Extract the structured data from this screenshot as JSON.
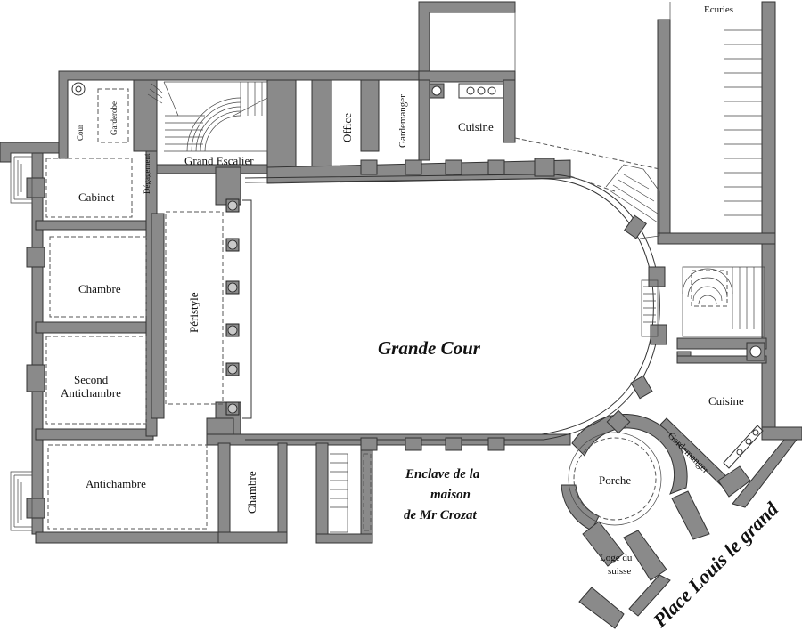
{
  "plan": {
    "labels": {
      "ecuries": "Ecuries",
      "cour": "Cour",
      "garderobe": "Garderobe",
      "grand_escalier": "Grand Escalier",
      "office": "Office",
      "gardemanger_north": "Gardemanger",
      "cuisine_north": "Cuisine",
      "degagement": "Dégagement",
      "cabinet": "Cabinet",
      "chambre_west": "Chambre",
      "peristyle": "Péristyle",
      "second_antichambre_1": "Second",
      "second_antichambre_2": "Antichambre",
      "antichambre": "Antichambre",
      "chambre_south": "Chambre",
      "grande_cour": "Grande Cour",
      "enclave_1": "Enclave de la",
      "enclave_2": "maison",
      "enclave_3": "de Mr Crozat",
      "cuisine_east": "Cuisine",
      "gardemanger_east": "Gardemanger",
      "porche": "Porche",
      "loge_1": "Loge du",
      "loge_2": "suisse",
      "place": "Place Louis le grand"
    }
  }
}
